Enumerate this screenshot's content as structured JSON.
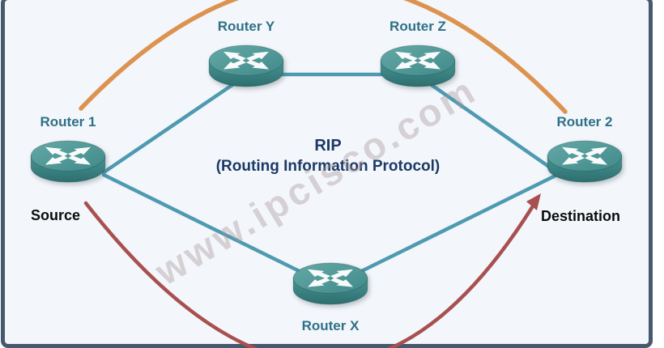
{
  "diagram": {
    "title": "RIP",
    "subtitle": "(Routing Information Protocol)",
    "watermark": "www.ipcisco.com",
    "nodes": [
      {
        "id": "router1",
        "label": "Router 1",
        "role": "source"
      },
      {
        "id": "routerY",
        "label": "Router Y",
        "role": "transit-top"
      },
      {
        "id": "routerZ",
        "label": "Router Z",
        "role": "transit-top"
      },
      {
        "id": "router2",
        "label": "Router 2",
        "role": "destination"
      },
      {
        "id": "routerX",
        "label": "Router X",
        "role": "transit-bottom"
      }
    ],
    "endpoint_labels": {
      "source": "Source",
      "destination": "Destination"
    },
    "links": [
      {
        "from": "router1",
        "to": "routerY",
        "style": "teal-link"
      },
      {
        "from": "routerY",
        "to": "routerZ",
        "style": "teal-link"
      },
      {
        "from": "routerZ",
        "to": "router2",
        "style": "teal-link"
      },
      {
        "from": "router1",
        "to": "routerX",
        "style": "teal-link"
      },
      {
        "from": "routerX",
        "to": "router2",
        "style": "teal-link"
      },
      {
        "from": "router1",
        "to": "router2",
        "via": "top-arc",
        "style": "orange-path"
      },
      {
        "from": "router1",
        "to": "router2",
        "via": "bottom-arc",
        "style": "red-path-arrow"
      }
    ],
    "colors": {
      "background": "#f3f6fa",
      "frame_border": "#47596e",
      "teal_link": "#4e9ab1",
      "orange_path": "#dd9350",
      "red_path": "#a85050",
      "router_label": "#2e7187",
      "title_text": "#1b3a66",
      "endpoint_text": "#0c0c0c",
      "router_fill": "#3a8282",
      "watermark_text": "rgba(165,148,150,0.38)"
    }
  }
}
